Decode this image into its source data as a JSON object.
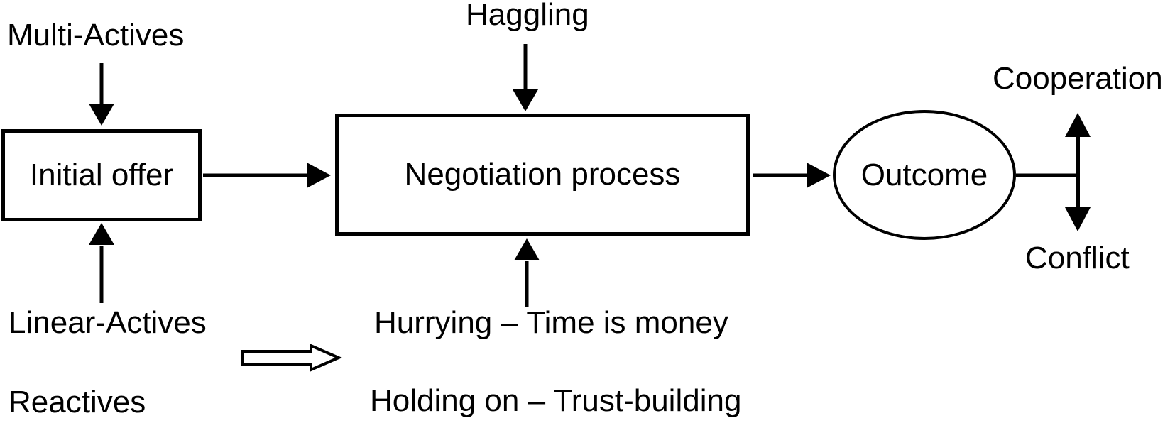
{
  "diagram": {
    "title_implicit": "Negotiation process flow",
    "colors": {
      "stroke": "#000000",
      "background": "#ffffff"
    },
    "nodes": {
      "initial_offer": {
        "label": "Initial offer",
        "shape": "rectangle"
      },
      "negotiation_process": {
        "label": "Negotiation process",
        "shape": "rectangle"
      },
      "outcome": {
        "label": "Outcome",
        "shape": "ellipse"
      }
    },
    "labels": {
      "multi_actives": "Multi-Actives",
      "linear_actives": "Linear-Actives",
      "reactives": "Reactives",
      "haggling": "Haggling",
      "hurrying": "Hurrying – Time is money",
      "holding_on": "Holding on – Trust-building",
      "cooperation": "Cooperation",
      "conflict": "Conflict"
    },
    "edges": [
      {
        "from": "Multi-Actives",
        "to": "Initial offer",
        "style": "filled-arrow-down"
      },
      {
        "from": "Linear-Actives",
        "to": "Initial offer",
        "style": "filled-arrow-up"
      },
      {
        "from": "Initial offer",
        "to": "Negotiation process",
        "style": "filled-arrow-right"
      },
      {
        "from": "Haggling",
        "to": "Negotiation process",
        "style": "filled-arrow-down"
      },
      {
        "from": "Hurrying – Time is money",
        "to": "Negotiation process",
        "style": "filled-arrow-up"
      },
      {
        "from": "Negotiation process",
        "to": "Outcome",
        "style": "filled-arrow-right"
      },
      {
        "from": "Outcome",
        "to": "Cooperation / Conflict spectrum",
        "style": "plain-line"
      },
      {
        "from": "Cooperation",
        "to": "Conflict",
        "style": "double-headed-vertical-arrow"
      },
      {
        "from": "Reactives / Linear-Actives group",
        "to": "Hurrying / Holding on list",
        "style": "hollow-right-arrow"
      }
    ]
  }
}
